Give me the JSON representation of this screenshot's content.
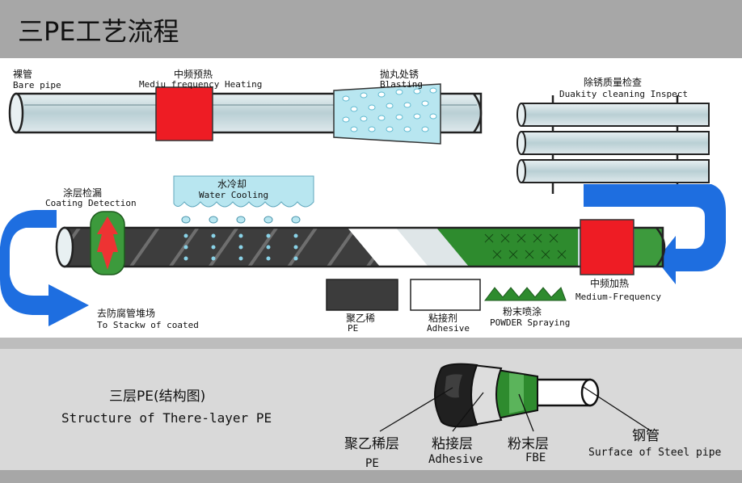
{
  "header": {
    "title": "三PE工艺流程"
  },
  "steps": {
    "bare_pipe": {
      "zh": "裸管",
      "en": "Bare pipe"
    },
    "heating": {
      "zh": "中频预热",
      "en": "Mediu  frequency Heating"
    },
    "blasting": {
      "zh": "抛丸处锈",
      "en": "Blasting"
    },
    "inspect": {
      "zh": "除锈质量检查",
      "en": "Duakity cleaning Inspect"
    },
    "detection": {
      "zh": "涂层检漏",
      "en": "Coating Detection"
    },
    "cooling": {
      "zh": "水冷却",
      "en": "Water Cooling"
    },
    "stack": {
      "zh": "去防腐管堆场",
      "en": "To Stackw of coated"
    },
    "pe": {
      "zh": "聚乙稀",
      "en": "PE"
    },
    "adhesive": {
      "zh": "粘接剂",
      "en": "Adhesive"
    },
    "powder": {
      "zh": "粉末喷涂",
      "en": "POWDER Spraying"
    },
    "mf_heating": {
      "zh": "中频加热",
      "en": "Medium-Frequency"
    }
  },
  "structure": {
    "title_zh": "三层PE(结构图)",
    "title_en": "Structure of There-layer PE",
    "layers": [
      {
        "zh": "聚乙稀层",
        "en": "PE"
      },
      {
        "zh": "粘接层",
        "en": "Adhesive"
      },
      {
        "zh": "粉末层",
        "en": "FBE"
      },
      {
        "zh": "钢管",
        "en": "Surface of Steel pipe"
      }
    ]
  },
  "colors": {
    "header_bg": "#a7a7a7",
    "pipe": "#c8d8dc",
    "heater": "#ee1c24",
    "blast": "#b8e6f0",
    "pe_layer": "#3c3c3c",
    "fbe_green": "#2e8b2e",
    "arrow_blue": "#1e6ee0",
    "bottom_bg": "#d9d9d9"
  }
}
